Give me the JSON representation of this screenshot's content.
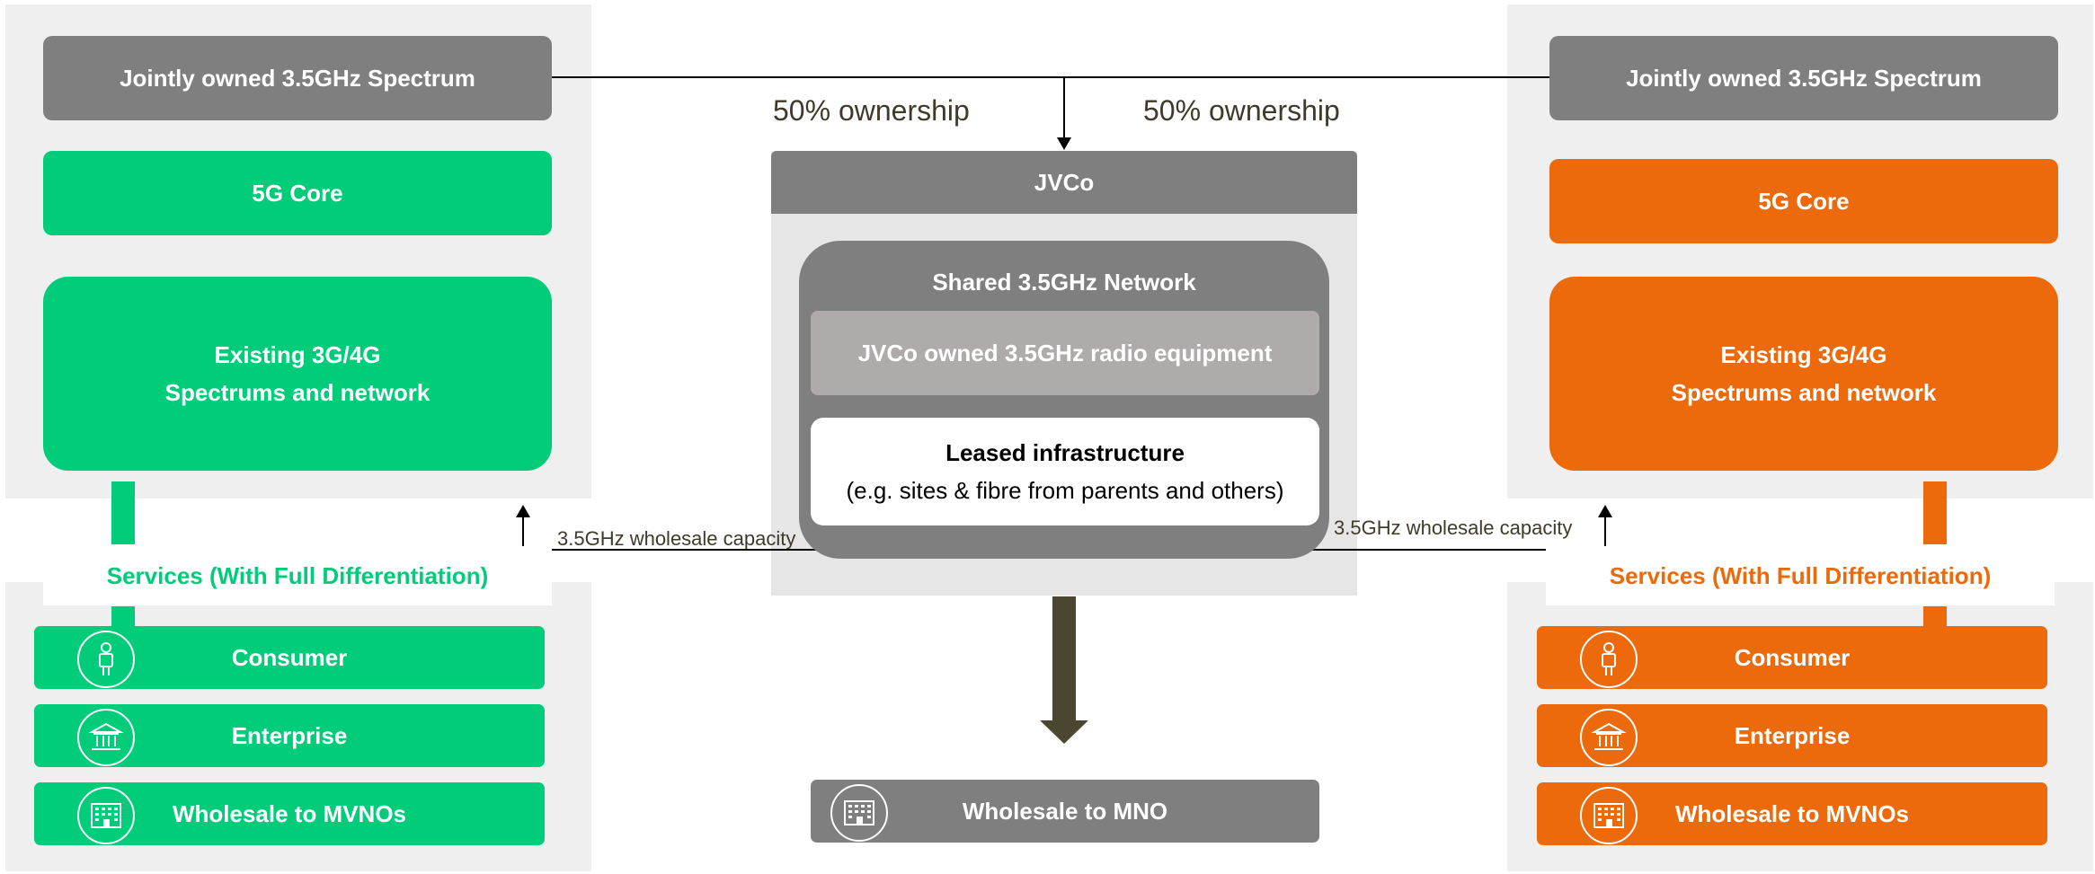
{
  "left": {
    "spectrum": "Jointly owned 3.5GHz Spectrum",
    "core": "5G Core",
    "existing_line1": "Existing 3G/4G",
    "existing_line2": "Spectrums and network",
    "services": "Services (With Full Differentiation)",
    "categories": [
      "Consumer",
      "Enterprise",
      "Wholesale to MVNOs"
    ],
    "accent": "#00cc7a"
  },
  "right": {
    "spectrum": "Jointly owned 3.5GHz Spectrum",
    "core": "5G Core",
    "existing_line1": "Existing 3G/4G",
    "existing_line2": "Spectrums and network",
    "services": "Services (With Full Differentiation)",
    "categories": [
      "Consumer",
      "Enterprise",
      "Wholesale to MVNOs"
    ],
    "accent": "#ec6a0c"
  },
  "center": {
    "ownership_left": "50% ownership",
    "ownership_right": "50% ownership",
    "jvco": "JVCo",
    "shared_network": "Shared 3.5GHz Network",
    "radio": "JVCo owned 3.5GHz radio equipment",
    "leased_title": "Leased infrastructure",
    "leased_sub": "(e.g. sites & fibre from parents and others)",
    "wholesale_mno": "Wholesale to MNO"
  },
  "capacity_left": "3.5GHz wholesale capacity",
  "capacity_right": "3.5GHz wholesale capacity",
  "icons": [
    "person-icon",
    "bank-icon",
    "building-icon"
  ],
  "colors": {
    "gray": "#7f7f7f",
    "panel": "#efefef",
    "arrow": "#4a4632"
  }
}
